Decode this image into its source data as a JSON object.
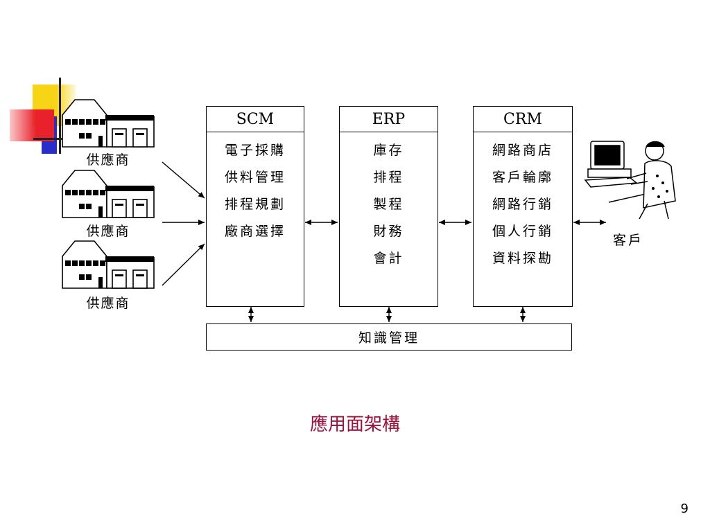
{
  "scm": {
    "title": "SCM",
    "items": [
      "電子採購",
      "供料管理",
      "排程規劃",
      "廠商選擇"
    ]
  },
  "erp": {
    "title": "ERP",
    "items": [
      "庫存",
      "排程",
      "製程",
      "財務",
      "會計"
    ]
  },
  "crm": {
    "title": "CRM",
    "items": [
      "網路商店",
      "客戶輪廓",
      "網路行銷",
      "個人行銷",
      "資料探勘"
    ]
  },
  "suppliers": [
    "供應商",
    "供應商",
    "供應商"
  ],
  "customer_label": "客戶",
  "knowledge_management": "知識管理",
  "caption": "應用面架構",
  "page_number": "9",
  "colors": {
    "caption": "#a0103a",
    "deco_yellow": "#f7d416",
    "deco_blue": "#2a2ec8",
    "deco_red": "#e8212b"
  }
}
